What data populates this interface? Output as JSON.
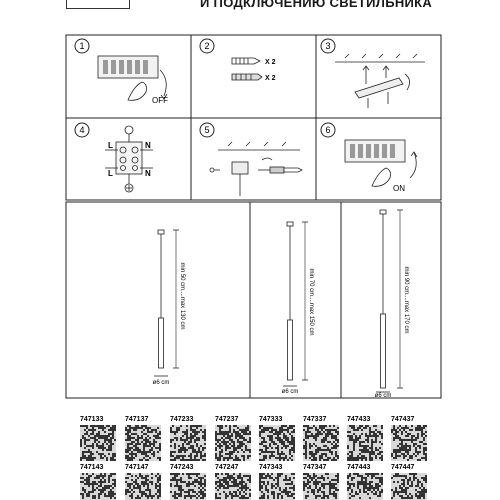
{
  "header": {
    "title": "И ПОДКЛЮЧЕНИЮ СВЕТИЛЬНИКА"
  },
  "steps": [
    {
      "num": "1",
      "caption": "OFF"
    },
    {
      "num": "2",
      "caption_a": "X 2",
      "caption_b": "X 2"
    },
    {
      "num": "3"
    },
    {
      "num": "4",
      "terminal_labels": [
        "L",
        "N",
        "L",
        "N"
      ]
    },
    {
      "num": "5"
    },
    {
      "num": "6",
      "caption": "ON"
    }
  ],
  "dimensions": [
    {
      "height_label": "min 50 cm....max 130 cm",
      "diameter_label": "ø6 cm"
    },
    {
      "height_label": "min 70 cm....max 150 cm",
      "diameter_label": "ø6 cm"
    },
    {
      "height_label": "min 90 cm....max 170 cm",
      "diameter_label": "ø6 cm"
    }
  ],
  "codes_row1": [
    "747133",
    "747137",
    "747233",
    "747237",
    "747333",
    "747337",
    "747433",
    "747437"
  ],
  "codes_row2": [
    "747143",
    "747147",
    "747243",
    "747247",
    "747343",
    "747347",
    "747443",
    "747447"
  ]
}
